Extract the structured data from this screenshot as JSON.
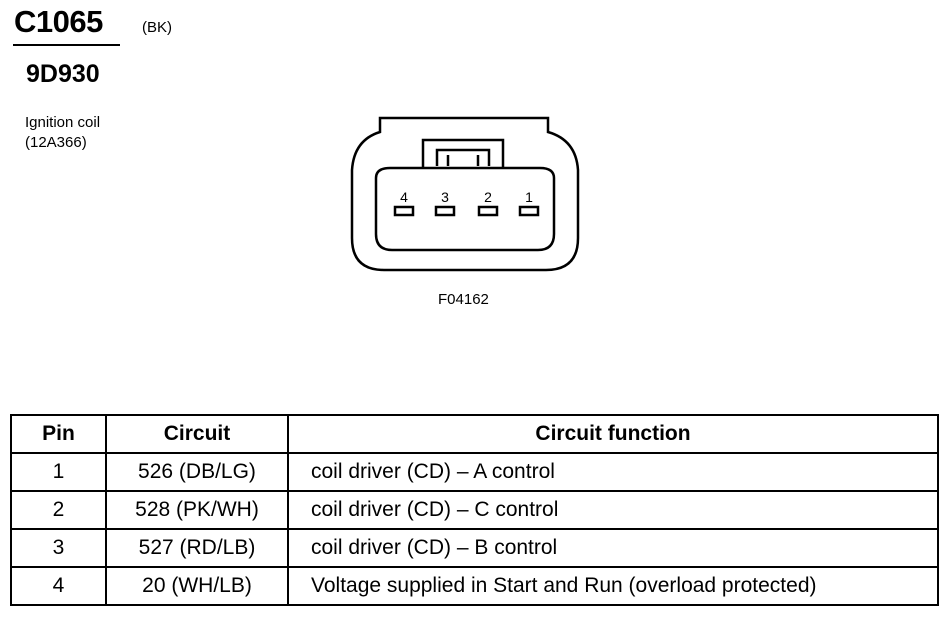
{
  "header": {
    "connector_id": "C1065",
    "connector_color": "(BK)",
    "part_number": "9D930",
    "component_name": "Ignition coil",
    "component_part": "(12A366)"
  },
  "connector": {
    "pin_labels": [
      "4",
      "3",
      "2",
      "1"
    ],
    "figure_id": "F04162"
  },
  "table": {
    "headers": {
      "pin": "Pin",
      "circuit": "Circuit",
      "function": "Circuit function"
    },
    "rows": [
      {
        "pin": "1",
        "circuit": "526 (DB/LG)",
        "function": "coil driver (CD) – A control"
      },
      {
        "pin": "2",
        "circuit": "528 (PK/WH)",
        "function": "coil driver (CD) – C control"
      },
      {
        "pin": "3",
        "circuit": "527 (RD/LB)",
        "function": "coil driver (CD) – B control"
      },
      {
        "pin": "4",
        "circuit": "20 (WH/LB)",
        "function": "Voltage supplied in Start and Run (overload protected)"
      }
    ]
  }
}
